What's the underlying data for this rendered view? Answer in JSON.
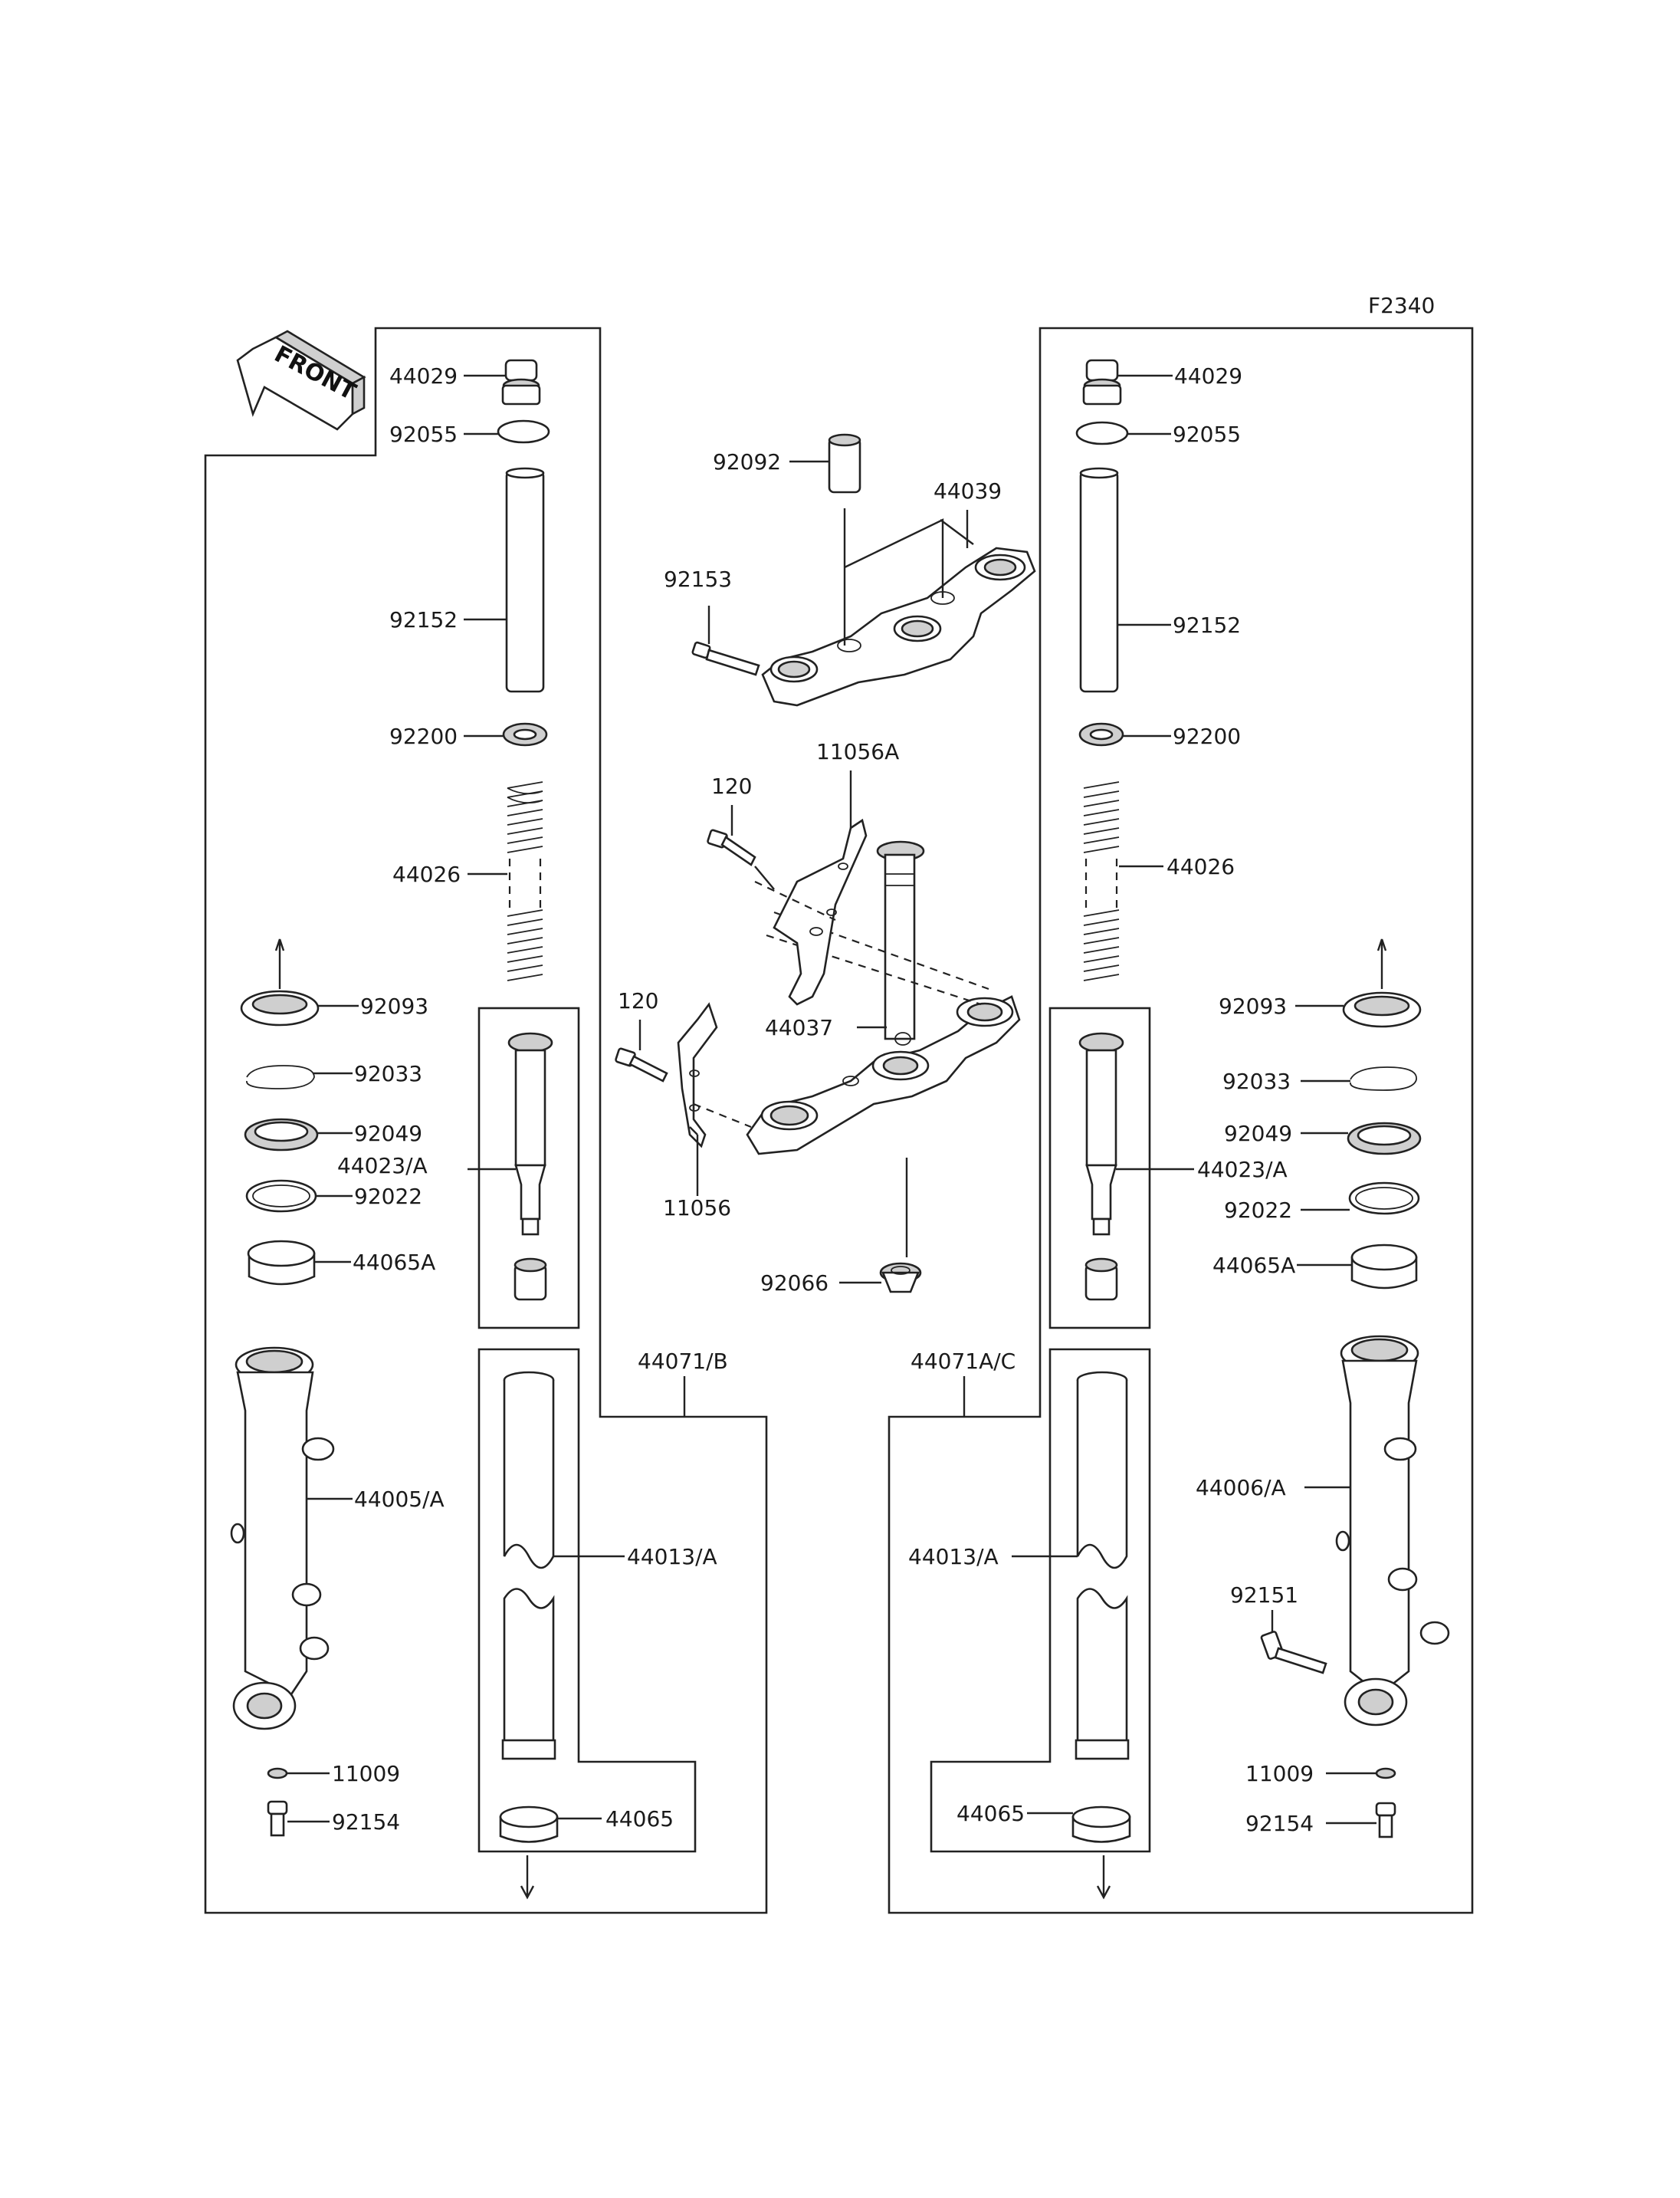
{
  "diagram_code": "F2340",
  "front_badge": "FRONT",
  "labels": {
    "l_44029": "44029",
    "l_92055": "92055",
    "l_92152": "92152",
    "l_92200": "92200",
    "l_44026": "44026",
    "l_92093": "92093",
    "l_92033": "92033",
    "l_92049": "92049",
    "l_44023A": "44023/A",
    "l_92022": "92022",
    "l_44065A": "44065A",
    "l_44005A": "44005/A",
    "l_11009": "11009",
    "l_92154": "92154",
    "l_44013A": "44013/A",
    "l_44065": "44065",
    "l_44071B": "44071/B",
    "c_92092": "92092",
    "c_44039": "44039",
    "c_92153": "92153",
    "c_11056A": "11056A",
    "c_120a": "120",
    "c_120b": "120",
    "c_44037": "44037",
    "c_11056": "11056",
    "c_92066": "92066",
    "r_44071AC": "44071A/C",
    "r_44029": "44029",
    "r_92055": "92055",
    "r_92152": "92152",
    "r_92200": "92200",
    "r_44026": "44026",
    "r_92093": "92093",
    "r_92033": "92033",
    "r_92049": "92049",
    "r_44023A": "44023/A",
    "r_92022": "92022",
    "r_44065A": "44065A",
    "r_44006A": "44006/A",
    "r_92151": "92151",
    "r_11009": "11009",
    "r_92154": "92154",
    "r_44013A": "44013/A",
    "r_44065": "44065"
  }
}
